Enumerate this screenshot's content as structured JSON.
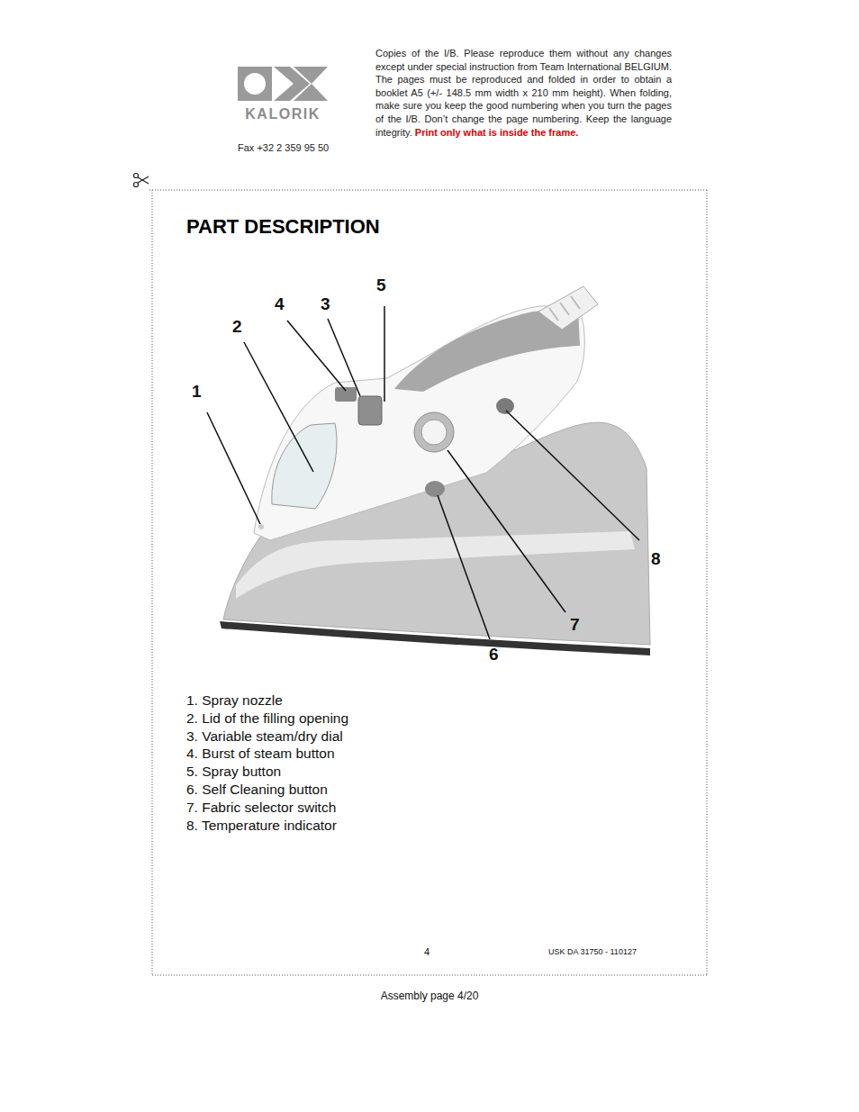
{
  "diagram": {
    "title": "PART DESCRIPTION",
    "labels": [
      "Copies of the I/B. Please reproduce them without any changes except under special instruction from Team International BELGIUM. The pages must be reproduced and folded in order to obtain a booklet A5 (+/- 148.5 mm width x 210 mm height). When folding, make sure you keep the good numbering when you turn the pages of the I/B. Don’t change the page numbering. Keep the language integrity.",
      "Print only what is inside the frame.",
      "KALORIK",
      "Fax +32 2 359 95 50",
      "1",
      "2",
      "3",
      "4",
      "5",
      "6",
      "7",
      "8",
      "1. Spray nozzle",
      "2. Lid of the filling opening",
      "3. Variable steam/dry dial",
      "4. Burst of steam button",
      "5. Spray button",
      "6. Self Cleaning button",
      "7. Fabric selector switch",
      "8. Temperature indicator",
      "4",
      "USK DA 31750 - 110127",
      "Assembly page 4/20"
    ]
  }
}
